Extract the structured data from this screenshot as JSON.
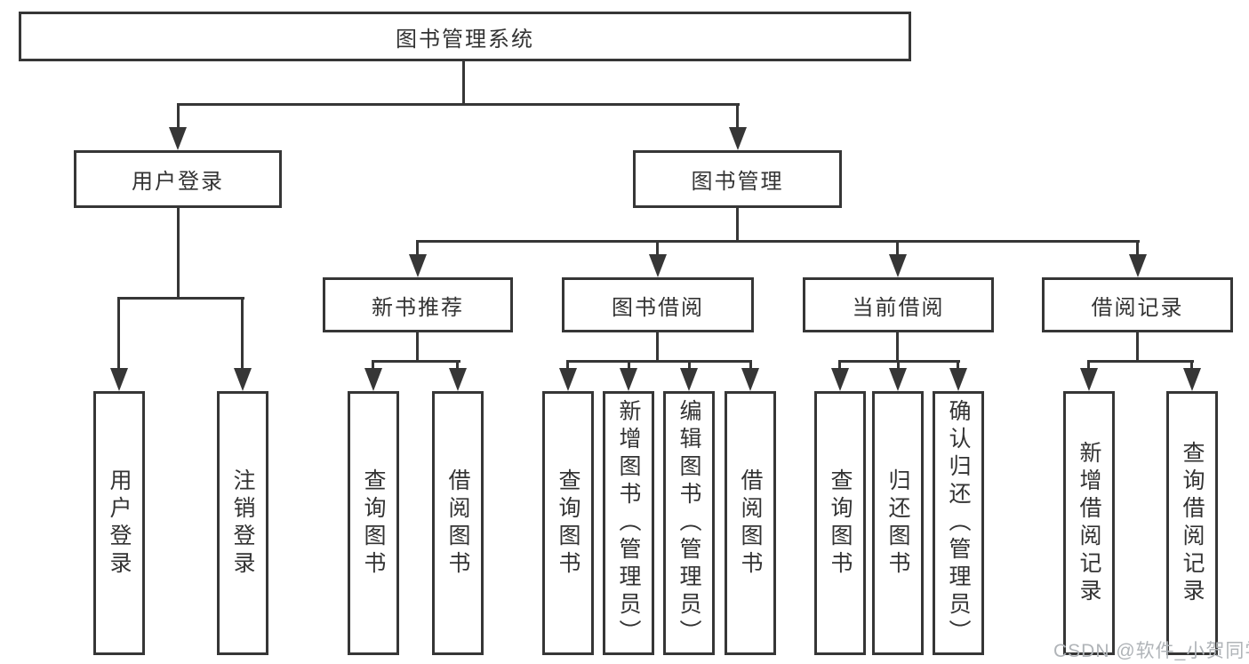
{
  "diagram_title": "图书管理系统",
  "tree": {
    "root": "图书管理系统",
    "user": {
      "label": "用户登录",
      "children": [
        "用户登录",
        "注销登录"
      ]
    },
    "mgmt": {
      "label": "图书管理",
      "modules": [
        {
          "label": "新书推荐",
          "children": [
            "查询图书",
            "借阅图书"
          ]
        },
        {
          "label": "图书借阅",
          "children": [
            "查询图书",
            "新增图书（管理员）",
            "编辑图书（管理员）",
            "借阅图书"
          ]
        },
        {
          "label": "当前借阅",
          "children": [
            "查询图书",
            "归还图书",
            "确认归还（管理员）"
          ]
        },
        {
          "label": "借阅记录",
          "children": [
            "新增借阅记录",
            "查询借阅记录"
          ]
        }
      ]
    }
  },
  "watermark": {
    "text": "CSDN @软件_小贺同学"
  },
  "colors": {
    "line": "#363636",
    "box_border": "#363636",
    "text": "#333333",
    "watermark": "#b0b4b8",
    "background": "#ffffff"
  }
}
